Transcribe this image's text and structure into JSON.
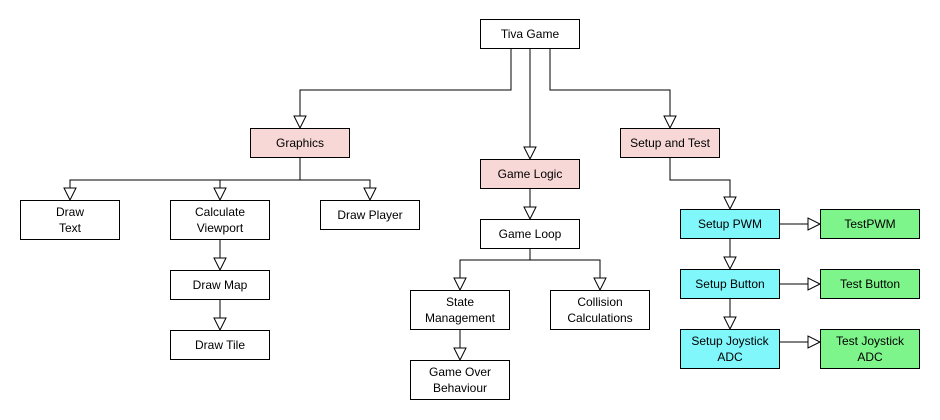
{
  "colors": {
    "default_fill": "#ffffff",
    "category_fill": "#f8d7d7",
    "setup_fill": "#7ff7fb",
    "test_fill": "#7ef58a",
    "line": "#000000"
  },
  "nodes": {
    "tiva_game": {
      "lines": [
        "Tiva Game"
      ],
      "fill": "default"
    },
    "graphics": {
      "lines": [
        "Graphics"
      ],
      "fill": "category"
    },
    "game_logic": {
      "lines": [
        "Game Logic"
      ],
      "fill": "category"
    },
    "setup_and_test": {
      "lines": [
        "Setup and Test"
      ],
      "fill": "category"
    },
    "draw_text": {
      "lines": [
        "Draw",
        "Text"
      ],
      "fill": "default"
    },
    "calculate_viewport": {
      "lines": [
        "Calculate",
        "Viewport"
      ],
      "fill": "default"
    },
    "draw_player": {
      "lines": [
        "Draw Player"
      ],
      "fill": "default"
    },
    "draw_map": {
      "lines": [
        "Draw Map"
      ],
      "fill": "default"
    },
    "draw_tile": {
      "lines": [
        "Draw Tile"
      ],
      "fill": "default"
    },
    "game_loop": {
      "lines": [
        "Game Loop"
      ],
      "fill": "default"
    },
    "state_management": {
      "lines": [
        "State",
        "Management"
      ],
      "fill": "default"
    },
    "collision_calculations": {
      "lines": [
        "Collision",
        "Calculations"
      ],
      "fill": "default"
    },
    "game_over_behaviour": {
      "lines": [
        "Game Over",
        "Behaviour"
      ],
      "fill": "default"
    },
    "setup_pwm": {
      "lines": [
        "Setup PWM"
      ],
      "fill": "setup"
    },
    "test_pwm": {
      "lines": [
        "TestPWM"
      ],
      "fill": "test"
    },
    "setup_button": {
      "lines": [
        "Setup Button"
      ],
      "fill": "setup"
    },
    "test_button": {
      "lines": [
        "Test Button"
      ],
      "fill": "test"
    },
    "setup_joystick_adc": {
      "lines": [
        "Setup Joystick",
        "ADC"
      ],
      "fill": "setup"
    },
    "test_joystick_adc": {
      "lines": [
        "Test Joystick",
        "ADC"
      ],
      "fill": "test"
    }
  },
  "edges": [
    [
      "tiva_game",
      "graphics"
    ],
    [
      "tiva_game",
      "game_logic"
    ],
    [
      "tiva_game",
      "setup_and_test"
    ],
    [
      "graphics",
      "draw_text"
    ],
    [
      "graphics",
      "calculate_viewport"
    ],
    [
      "graphics",
      "draw_player"
    ],
    [
      "calculate_viewport",
      "draw_map"
    ],
    [
      "draw_map",
      "draw_tile"
    ],
    [
      "game_logic",
      "game_loop"
    ],
    [
      "game_loop",
      "state_management"
    ],
    [
      "game_loop",
      "collision_calculations"
    ],
    [
      "state_management",
      "game_over_behaviour"
    ],
    [
      "setup_and_test",
      "setup_pwm"
    ],
    [
      "setup_pwm",
      "test_pwm"
    ],
    [
      "setup_pwm",
      "setup_button"
    ],
    [
      "setup_button",
      "test_button"
    ],
    [
      "setup_button",
      "setup_joystick_adc"
    ],
    [
      "setup_joystick_adc",
      "test_joystick_adc"
    ]
  ]
}
